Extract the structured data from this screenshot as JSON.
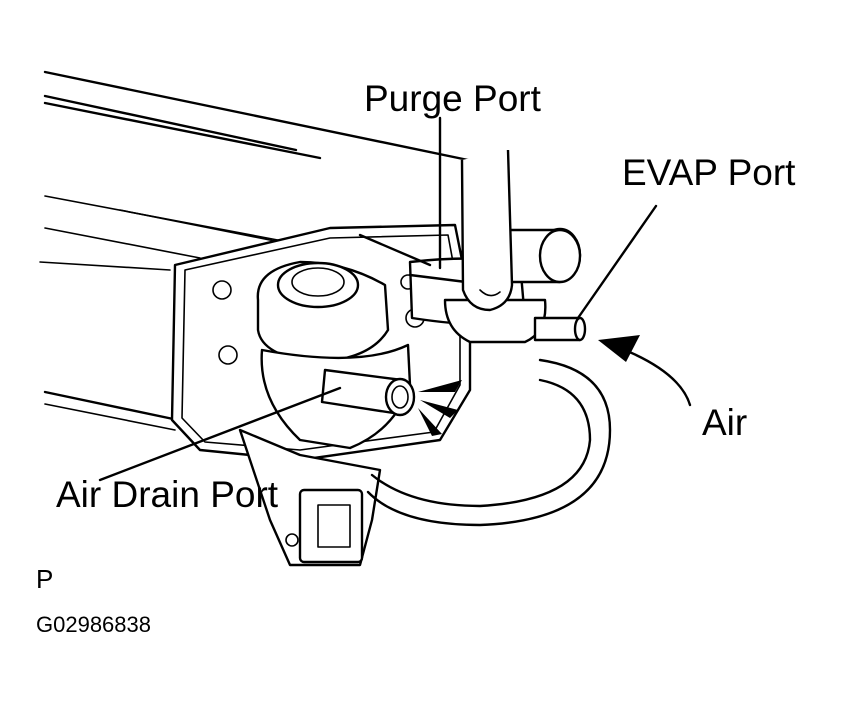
{
  "diagram": {
    "labels": {
      "purge_port": "Purge Port",
      "evap_port": "EVAP Port",
      "air": "Air",
      "air_drain_port": "Air Drain Port",
      "panel_letter": "P",
      "figure_code": "G02986838"
    }
  },
  "colors": {
    "ink": "#000000",
    "paper": "#ffffff"
  }
}
